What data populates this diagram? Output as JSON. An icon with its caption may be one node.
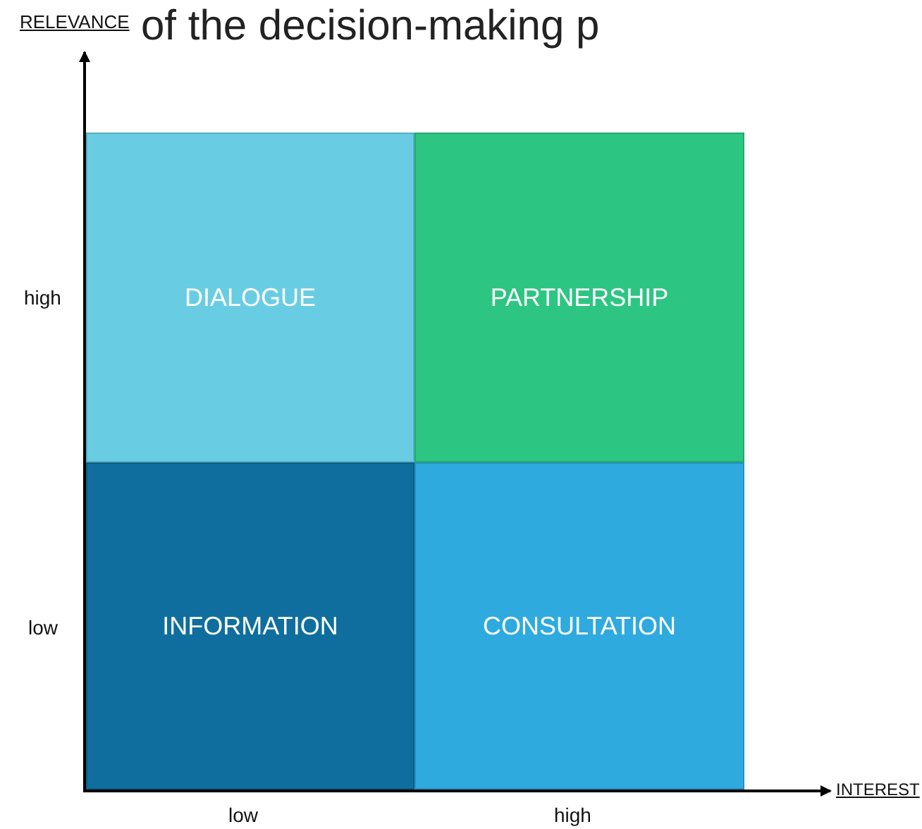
{
  "diagram": {
    "nodes": [
      {
        "text": [
          "DIALOGUE"
        ]
      },
      {
        "text": [
          "PARTNERSHIP"
        ]
      },
      {
        "text": [
          "INFORMATION"
        ]
      },
      {
        "text": [
          "CONSULTATION"
        ]
      }
    ],
    "labels": [
      "RELEVANCE",
      "of the decision-making p",
      "high",
      "low",
      "low",
      "high",
      "INTEREST"
    ]
  }
}
